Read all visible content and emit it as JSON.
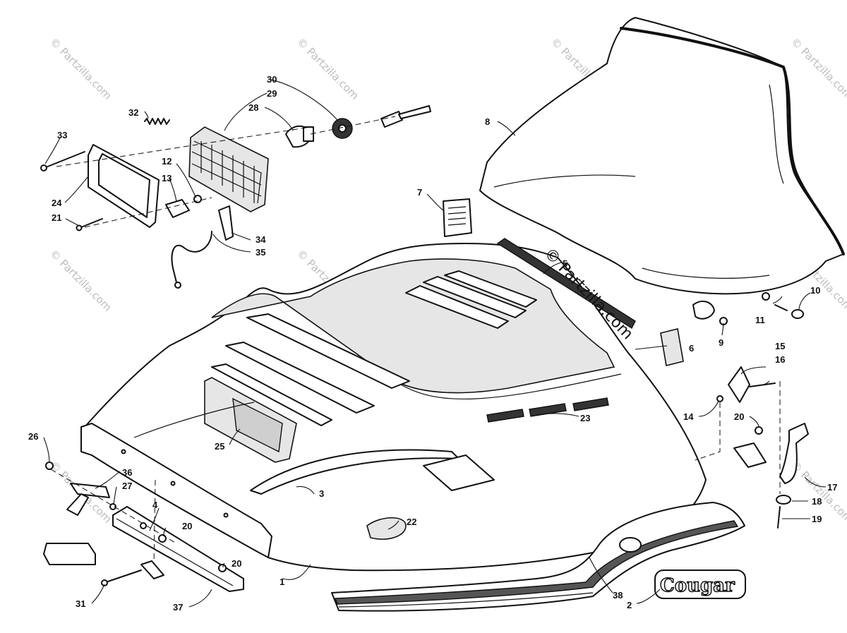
{
  "watermark": "© Partzilla.com",
  "brand_text": "Cougar",
  "callouts": [
    "1",
    "2",
    "3",
    "4",
    "5",
    "6",
    "7",
    "8",
    "9",
    "10",
    "11",
    "12",
    "13",
    "14",
    "15",
    "16",
    "17",
    "18",
    "19",
    "20",
    "20",
    "20",
    "21",
    "22",
    "23",
    "24",
    "25",
    "26",
    "27",
    "28",
    "29",
    "30",
    "31",
    "32",
    "33",
    "34",
    "35",
    "36",
    "37",
    "38"
  ]
}
